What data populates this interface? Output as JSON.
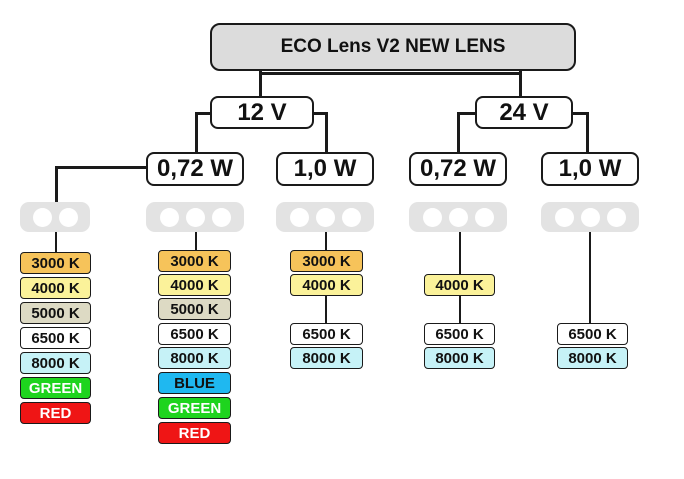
{
  "title": "ECO Lens V2 NEW LENS",
  "voltages": [
    {
      "label": "12 V",
      "wattages": [
        {
          "label": "0,72 W",
          "leds": 2,
          "options": [
            "3000 K",
            "4000 K",
            "5000 K",
            "6500 K",
            "8000 K",
            "GREEN",
            "RED"
          ]
        },
        {
          "label": "0,72 W",
          "leds": 3,
          "options": [
            "3000 K",
            "4000 K",
            "5000 K",
            "6500 K",
            "8000 K",
            "BLUE",
            "GREEN",
            "RED"
          ]
        },
        {
          "label": "1,0 W",
          "leds": 3,
          "options": [
            "3000 K",
            "4000 K",
            "6500 K",
            "8000 K"
          ]
        }
      ]
    },
    {
      "label": "24 V",
      "wattages": [
        {
          "label": "0,72 W",
          "leds": 3,
          "options": [
            "4000 K",
            "6500 K",
            "8000 K"
          ]
        },
        {
          "label": "1,0 W",
          "leds": 3,
          "options": [
            "6500 K",
            "8000 K"
          ]
        }
      ]
    }
  ],
  "option_colors": {
    "3000 K": "#f6c35a",
    "4000 K": "#fbf29a",
    "5000 K": "#dddac4",
    "6500 K": "#ffffff",
    "8000 K": "#c6f2f7",
    "GREEN": "#1ed41e",
    "BLUE": "#1fb8f0",
    "RED": "#ef1515"
  },
  "option_text_colors": {
    "GREEN": "#ffffff",
    "BLUE": "#111111",
    "RED": "#ffffff"
  }
}
